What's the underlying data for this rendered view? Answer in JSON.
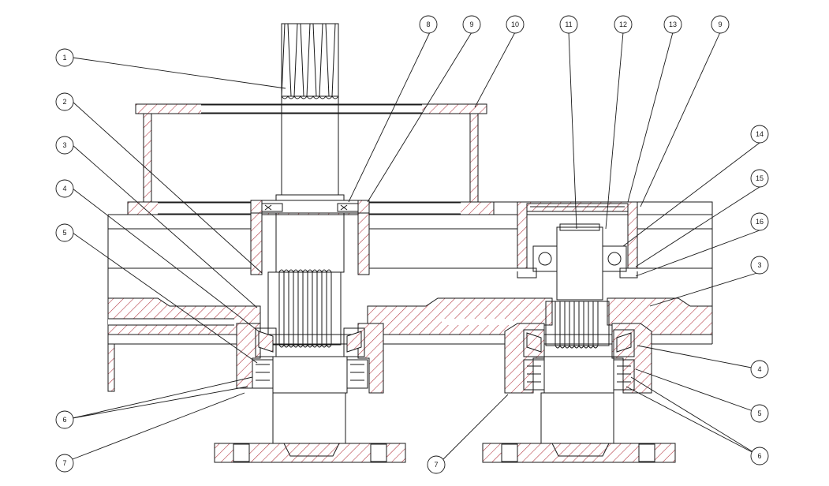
{
  "colors": {
    "line": "#1a1a1a",
    "hatch": "#b0303a",
    "background": "#ffffff"
  },
  "balloons": [
    {
      "id": "b1",
      "label": "1"
    },
    {
      "id": "b2",
      "label": "2"
    },
    {
      "id": "b3a",
      "label": "3"
    },
    {
      "id": "b4a",
      "label": "4"
    },
    {
      "id": "b5a",
      "label": "5"
    },
    {
      "id": "b6a",
      "label": "6"
    },
    {
      "id": "b7a",
      "label": "7"
    },
    {
      "id": "b8",
      "label": "8"
    },
    {
      "id": "b9a",
      "label": "9"
    },
    {
      "id": "b10",
      "label": "10"
    },
    {
      "id": "b11",
      "label": "11"
    },
    {
      "id": "b12",
      "label": "12"
    },
    {
      "id": "b13",
      "label": "13"
    },
    {
      "id": "b9b",
      "label": "9"
    },
    {
      "id": "b14",
      "label": "14"
    },
    {
      "id": "b15",
      "label": "15"
    },
    {
      "id": "b16",
      "label": "16"
    },
    {
      "id": "b3b",
      "label": "3"
    },
    {
      "id": "b4b",
      "label": "4"
    },
    {
      "id": "b5b",
      "label": "5"
    },
    {
      "id": "b6b",
      "label": "6"
    },
    {
      "id": "b7b",
      "label": "7"
    }
  ]
}
